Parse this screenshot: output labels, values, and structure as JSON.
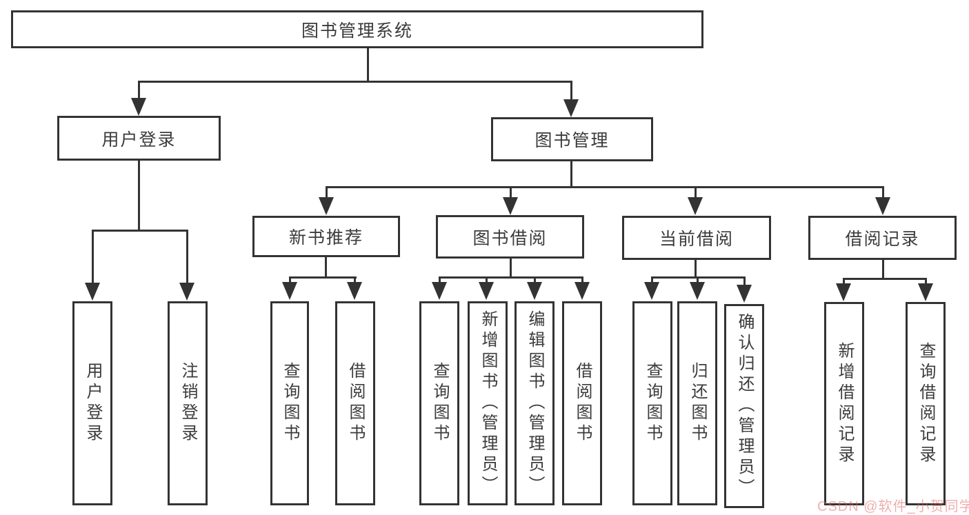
{
  "diagram": {
    "root": {
      "label": "图书管理系统"
    },
    "modules": [
      {
        "label": "用户登录",
        "children": [
          {
            "label": "用户登录"
          },
          {
            "label": "注销登录"
          }
        ]
      },
      {
        "label": "图书管理",
        "submodules": [
          {
            "label": "新书推荐",
            "children": [
              {
                "label": "查询图书"
              },
              {
                "label": "借阅图书"
              }
            ]
          },
          {
            "label": "图书借阅",
            "children": [
              {
                "label": "查询图书"
              },
              {
                "label": "新增图书（管理员）"
              },
              {
                "label": "编辑图书（管理员）"
              },
              {
                "label": "借阅图书"
              }
            ]
          },
          {
            "label": "当前借阅",
            "children": [
              {
                "label": "查询图书"
              },
              {
                "label": "归还图书"
              },
              {
                "label": "确认归还（管理员）"
              }
            ]
          },
          {
            "label": "借阅记录",
            "children": [
              {
                "label": "新增借阅记录"
              },
              {
                "label": "查询借阅记录"
              }
            ]
          }
        ]
      }
    ],
    "watermark": "CSDN @软件_小贺同学",
    "colors": {
      "line": "#333333",
      "text": "#3b3b3b",
      "watermark": "#e06060",
      "background": "#ffffff"
    }
  }
}
